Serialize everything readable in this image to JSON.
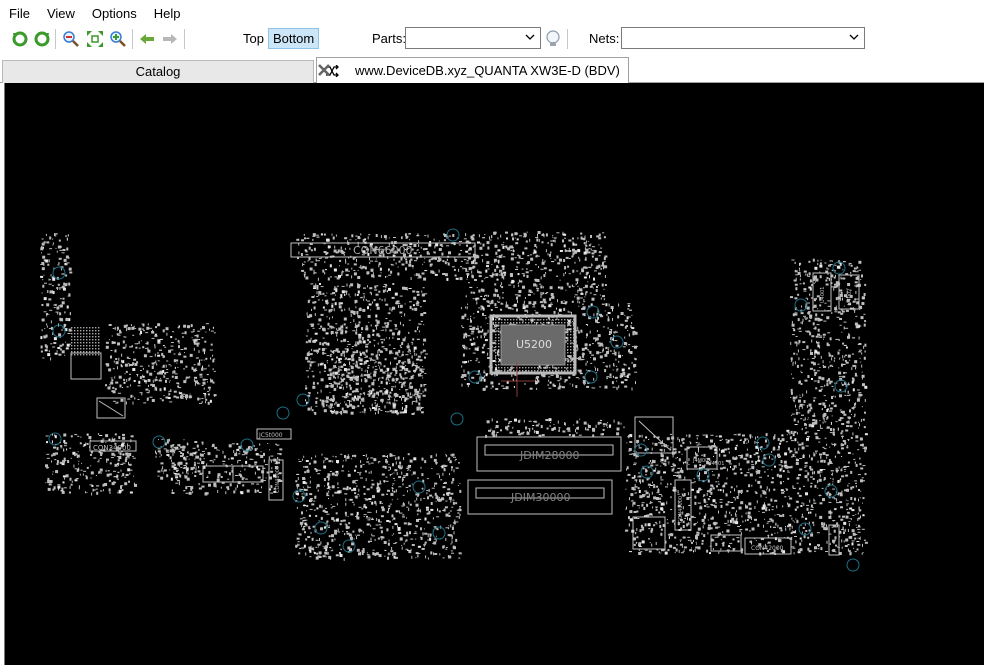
{
  "menu": [
    "File",
    "View",
    "Options",
    "Help"
  ],
  "toolbar": {
    "icons": [
      "rotate-left-icon",
      "rotate-right-icon",
      "zoom-out-icon",
      "fit-to-screen-icon",
      "zoom-in-icon",
      "back-arrow-icon",
      "forward-arrow-icon"
    ],
    "side_top": "Top",
    "side_bottom": "Bottom",
    "active_side": "Bottom",
    "parts_label": "Parts:",
    "parts_value": "",
    "nets_label": "Nets:",
    "nets_value": ""
  },
  "tabs": [
    {
      "label": "Catalog",
      "active": false
    },
    {
      "label": "www.DeviceDB.xyz_QUANTA XW3E-D (BDV)",
      "active": true
    }
  ],
  "board": {
    "background": "#000000",
    "trace_color": "#bfbfbf",
    "via_color": "#1f6f86",
    "labels": {
      "con66000": "CON66000",
      "u5200": "U5200",
      "jdim28000": "JDIM28000",
      "jdim30000": "JDIM30000",
      "con34000": "CON34000",
      "jc2": "JC5t000",
      "con42000": "CON42000",
      "con48000": "CON48000",
      "con40000": "CON40000",
      "j2": "J4M00",
      "v1": "U4001",
      "v2": "U4002",
      "s1": "U4301"
    }
  }
}
